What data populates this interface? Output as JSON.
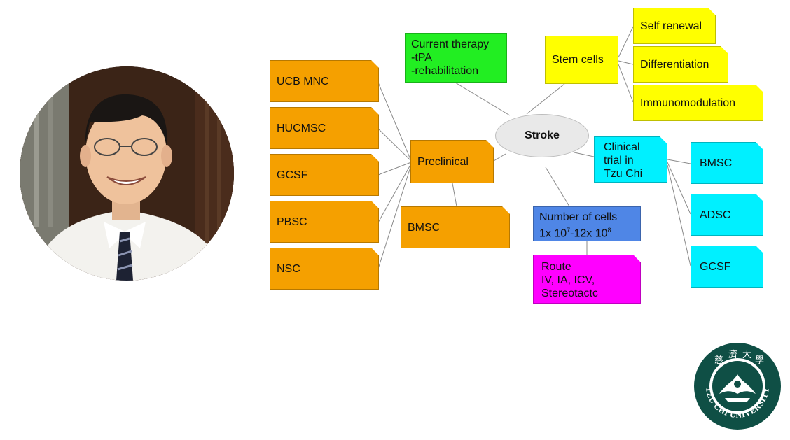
{
  "diagram": {
    "center": "Stroke",
    "current_therapy": [
      "Current therapy",
      "-tPA",
      "-rehabilitation"
    ],
    "stem_cells": "Stem cells",
    "stem_cell_properties": [
      "Self renewal",
      "Differentiation",
      "Immunomodulation"
    ],
    "preclinical": "Preclinical",
    "preclinical_sources": [
      "UCB MNC",
      "HUCMSC",
      "GCSF",
      "PBSC",
      "NSC"
    ],
    "preclinical_bmsc": "BMSC",
    "clinical_trial": [
      "Clinical",
      "trial in",
      "Tzu Chi"
    ],
    "clinical_sources": [
      "BMSC",
      "ADSC",
      "GCSF"
    ],
    "number_of_cells": {
      "title": "Number of cells",
      "prefix": "1x 10",
      "exp1": "7",
      "mid": "-12x 10",
      "exp2": "8"
    },
    "route": [
      "Route",
      "IV, IA, ICV,",
      "Stereotactc"
    ]
  },
  "logo": {
    "chinese_text": "慈濟大學",
    "english_text": "TZU CHI UNIVERSITY"
  },
  "colors": {
    "orange": "#f5a000",
    "yellow": "#ffff00",
    "cyan": "#00f0ff",
    "green": "#22ee22",
    "blue": "#4f86e6",
    "magenta": "#ff00ff",
    "logo_teal": "#0f4f45"
  }
}
